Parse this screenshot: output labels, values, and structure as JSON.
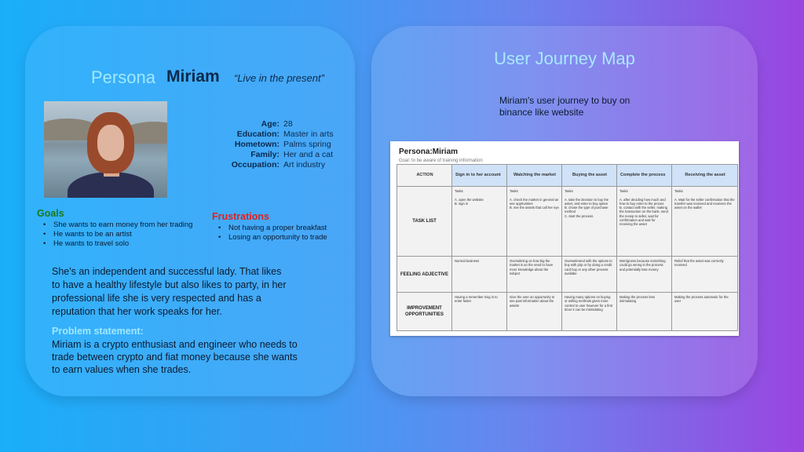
{
  "persona": {
    "title": "Persona",
    "name": "Miriam",
    "quote": "“Live in the present”",
    "info": [
      {
        "label": "Age:",
        "value": "28"
      },
      {
        "label": "Education:",
        "value": "Master in arts"
      },
      {
        "label": "Hometown:",
        "value": "Palms spring"
      },
      {
        "label": "Family:",
        "value": "Her and a cat"
      },
      {
        "label": "Occupation:",
        "value": "Art industry"
      }
    ],
    "goals_heading": "Goals",
    "goals": [
      "She wants to earn money from her trading",
      "He wants to be an artist",
      "He wants to travel solo"
    ],
    "frustrations_heading": "Frustrations",
    "frustrations": [
      "Not having a proper breakfast",
      "Losing an opportunity to trade"
    ],
    "description": "She's an independent and successful lady. That likes to have a healthy lifestyle but also likes to party, in her professional life she is very respected and has a reputation that her work speaks for her.",
    "problem_heading": "Problem statement:",
    "problem": "Miriam is a crypto enthusiast and engineer who needs to trade between crypto and fiat money because she wants to earn values when she trades."
  },
  "journey": {
    "title": "User Journey Map",
    "description": "Miriam's user journey to buy on binance like website",
    "sheet_title": "Persona:Miriam",
    "sheet_goal": "Goal: to be aware of training information",
    "headers": [
      "ACTION",
      "Sign in to her account",
      "Watching the market",
      "Buying the asset",
      "Complete the process",
      "Receiving the asset"
    ],
    "rows": [
      {
        "label": "TASK LIST",
        "cells": [
          "Tasks\n\nA. open the website\nB. sign in",
          "Tasks\n\nA. check the market in general an see opprtunities\nB. see the assets that call her eye",
          "Tasks\n\nA. take the decision to buy the asset, and enter to buy option\nB. chose the type of purchase method\nC. start the process",
          "Tasks\n\nA. after deciding how much and how to buy enter to the proces\nB. contact with the seller, making the transaction on the bank, send the receip to seller, wait for confirmation and wait for receiving the asset",
          "Tasks\n\nA.      Wait for the seller confirmation that the transfer was received and receivien the asset on the wallet"
        ]
      },
      {
        "label": "FEELING ADJECTIVE",
        "cells": [
          "Normal business",
          "Overwilming on how big the market is an the need to have more knowledge about the subject",
          "Overwelmend with the options to buy with p2p or by doing a credit card buy or any other process availabe",
          "Worrigness because something could go wrong in the process and potentially lose money",
          "Relief that the asset was correctly received"
        ]
      },
      {
        "label": "IMPROVEMENT OPPORTUNITIES",
        "cells": [
          "Having a remember sing in to enter faster",
          "Give the user an opportunity to see past information about the assets",
          "Having many options on buying or selling  methods gives more control to user however for a first timer it can be intimidating",
          "Making the process less intimidating",
          "Making the process automatic for the user"
        ]
      }
    ]
  }
}
